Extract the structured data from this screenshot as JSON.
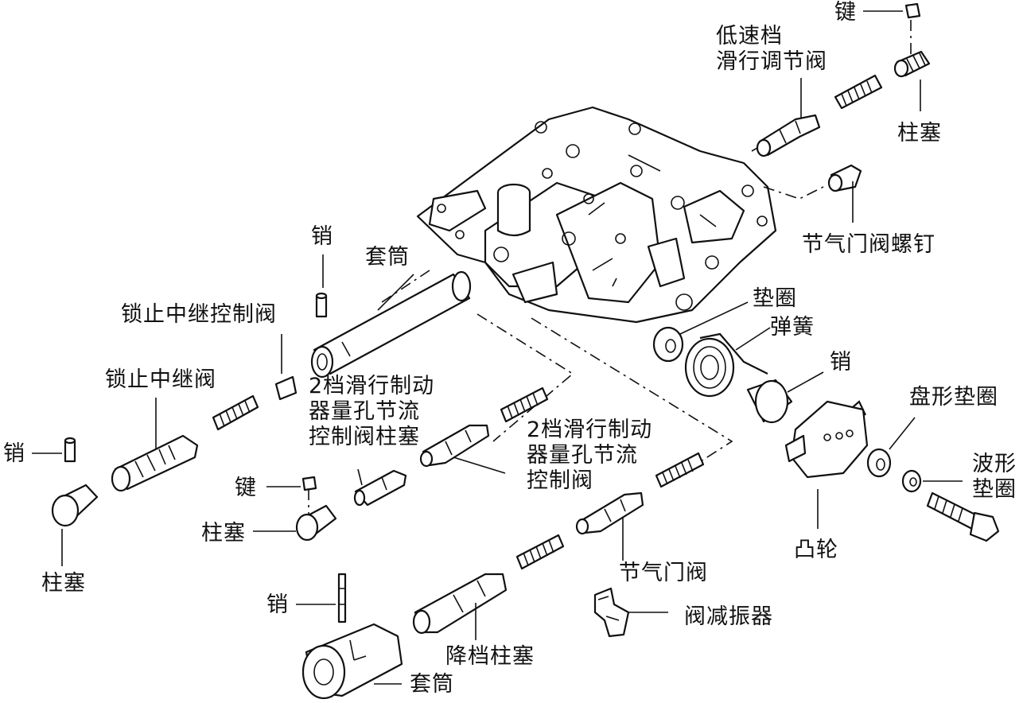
{
  "labels": {
    "key_top": "键",
    "low_slide_valve": [
      "低速档",
      "滑行调节阀"
    ],
    "plunger_top": "柱塞",
    "throttle_screw": "节气门阀螺钉",
    "washer": "垫圈",
    "spring": "弹簧",
    "pin_right": "销",
    "disc_washer": "盘形垫圈",
    "wave_washer": [
      "波形",
      "垫圈"
    ],
    "cam": "凸轮",
    "pin_upper": "销",
    "sleeve_upper": "套筒",
    "lockup_relay_control": "锁止中继控制阀",
    "lockup_relay_valve": "锁止中继阀",
    "second_orifice_plunger": [
      "2档滑行制动",
      "器量孔节流",
      "控制阀柱塞"
    ],
    "second_orifice_valve": [
      "2档滑行制动",
      "器量孔节流",
      "控制阀"
    ],
    "pin_left": "销",
    "key_mid": "键",
    "plunger_mid": "柱塞",
    "plunger_left": "柱塞",
    "throttle_valve": "节气门阀",
    "valve_damper": "阀减振器",
    "pin_bottom": "销",
    "kickdown_plunger": "降档柱塞",
    "sleeve_bottom": "套筒"
  },
  "icons": {
    "valve_body": "valve-body-housing",
    "springs": "coil-spring",
    "cam": "throttle-cam"
  }
}
